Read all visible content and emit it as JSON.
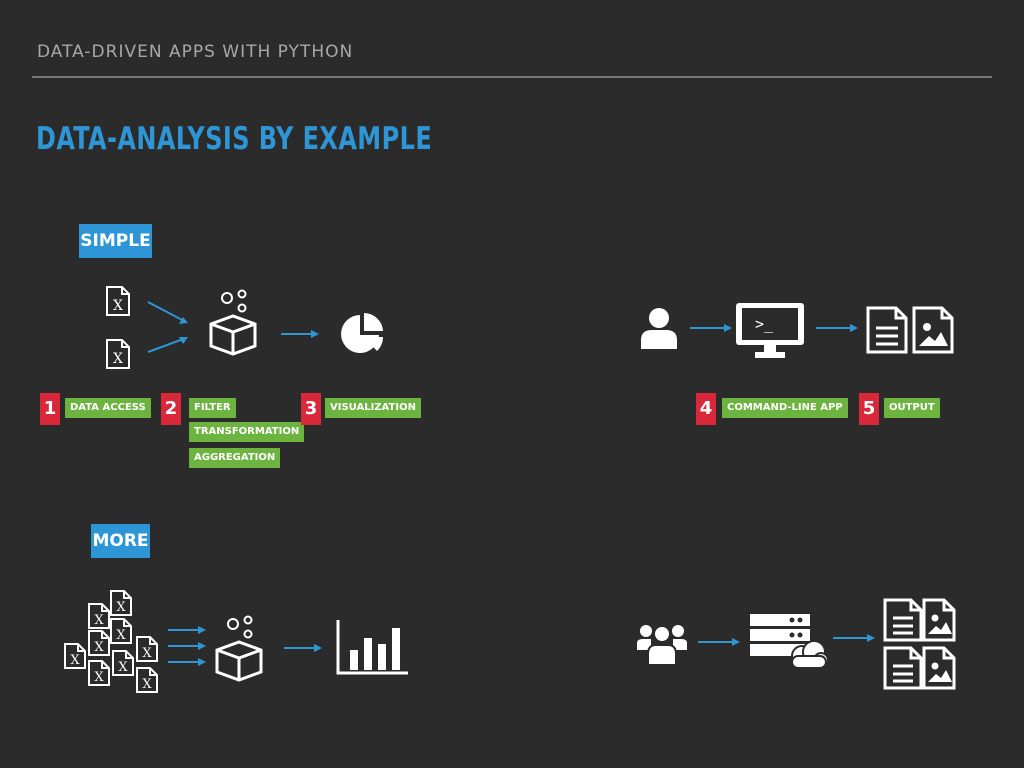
{
  "header": {
    "title": "DATA-DRIVEN APPS WITH PYTHON"
  },
  "slide": {
    "title": "DATA-ANALYSIS BY EXAMPLE"
  },
  "sections": {
    "simple": "SIMPLE",
    "more": "MORE"
  },
  "steps": [
    {
      "number": "1",
      "labels": [
        "DATA ACCESS"
      ]
    },
    {
      "number": "2",
      "labels": [
        "FILTER",
        "TRANSFORMATION",
        "AGGREGATION"
      ]
    },
    {
      "number": "3",
      "labels": [
        "VISUALIZATION"
      ]
    },
    {
      "number": "4",
      "labels": [
        "COMMAND-LINE APP"
      ]
    },
    {
      "number": "5",
      "labels": [
        "OUTPUT"
      ]
    }
  ],
  "icons": {
    "excel_file_letter": "X",
    "terminal_prompt": ">_"
  },
  "colors": {
    "background": "#2b2b2b",
    "accent_blue": "#2e96d6",
    "step_red": "#d8283a",
    "label_green": "#6db33f",
    "arrow_blue": "#2e96d6"
  }
}
